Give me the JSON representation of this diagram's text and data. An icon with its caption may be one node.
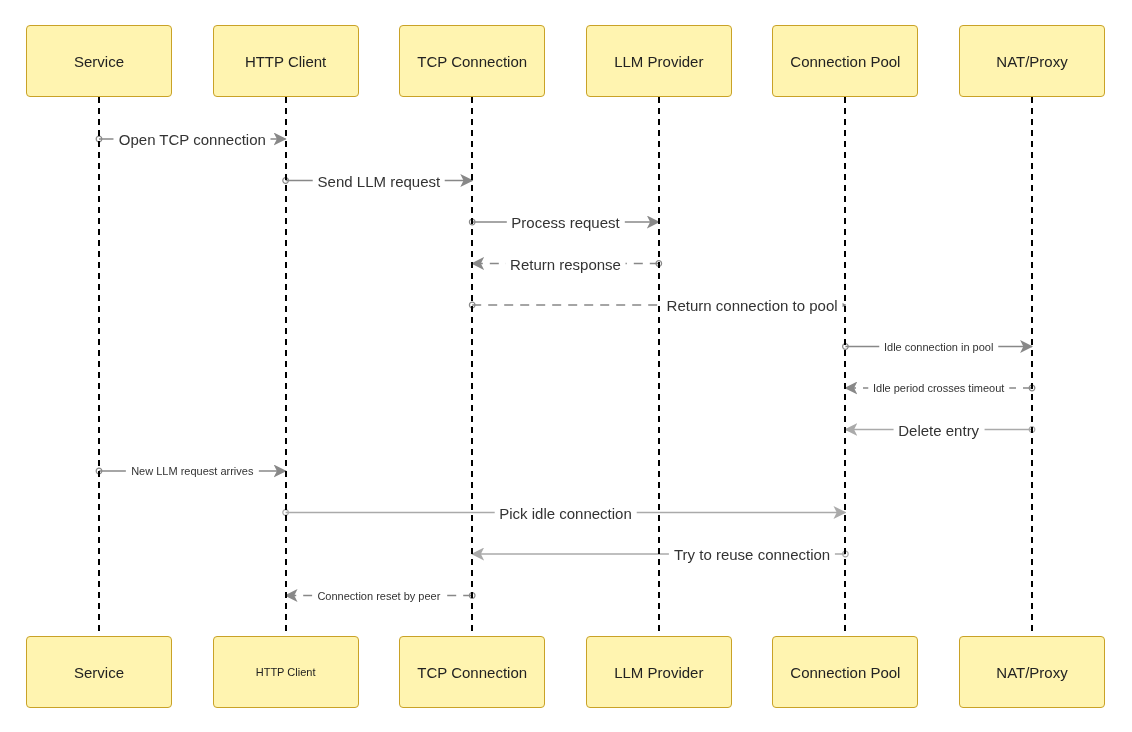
{
  "diagram": {
    "nodes": [
      {
        "text": [
          "Service"
        ]
      },
      {
        "text": [
          "HTTP Client"
        ]
      },
      {
        "text": [
          "TCP Connection"
        ]
      },
      {
        "text": [
          "LLM Provider"
        ]
      },
      {
        "text": [
          "Connection Pool"
        ]
      },
      {
        "text": [
          "NAT/Proxy"
        ]
      },
      {
        "text": [
          "Service"
        ]
      },
      {
        "text": [
          "HTTP Client"
        ]
      },
      {
        "text": [
          "TCP Connection"
        ]
      },
      {
        "text": [
          "LLM Provider"
        ]
      },
      {
        "text": [
          "Connection Pool"
        ]
      },
      {
        "text": [
          "NAT/Proxy"
        ]
      },
      {
        "text": [],
        "shape": "line"
      },
      {
        "text": [],
        "shape": "line"
      },
      {
        "text": [],
        "shape": "line"
      },
      {
        "text": [],
        "shape": "line"
      },
      {
        "text": [],
        "shape": "line"
      },
      {
        "text": [],
        "shape": "line"
      }
    ],
    "edges": [
      {
        "from": 12,
        "to": 13,
        "arrow": "to",
        "label": "Open TCP connection"
      },
      {
        "from": 13,
        "to": 14,
        "arrow": "to",
        "label": "Send LLM request"
      },
      {
        "from": 14,
        "to": 15,
        "arrow": "to",
        "label": "Process request"
      },
      {
        "from": 15,
        "to": 14,
        "arrow": "to",
        "label": "Return response",
        "style": "dashed"
      },
      {
        "from": 14,
        "to": 16,
        "arrow": "to",
        "label": "Return connection to pool",
        "style": "dashed"
      },
      {
        "from": 16,
        "to": 17,
        "arrow": "to",
        "label": "Idle connection in pool"
      },
      {
        "from": 17,
        "to": 16,
        "arrow": "to",
        "label": "Idle period crosses timeout",
        "style": "dashed"
      },
      {
        "from": 17,
        "to": 16,
        "arrow": "to",
        "label": "Delete entry",
        "color": "#aaaaaa"
      },
      {
        "from": 12,
        "to": 13,
        "arrow": "to",
        "label": "New LLM request arrives"
      },
      {
        "from": 13,
        "to": 16,
        "arrow": "to",
        "label": "Pick idle connection",
        "color": "#aaaaaa"
      },
      {
        "from": 16,
        "to": 14,
        "arrow": "to",
        "label": "Try to reuse connection",
        "color": "#aaaaaa"
      },
      {
        "from": 14,
        "to": 13,
        "arrow": "to",
        "label": "Connection reset by peer",
        "style": "dashed"
      }
    ]
  }
}
